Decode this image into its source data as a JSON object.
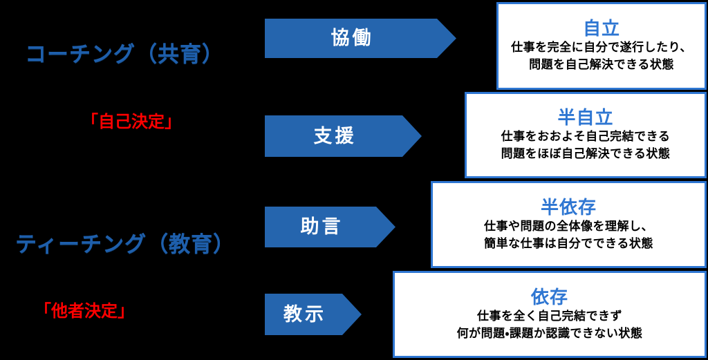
{
  "colors": {
    "background": "#000000",
    "arrow_blue": "#2565AE",
    "box_border_blue": "#2E76D2",
    "stage_title_blue": "#2E76D2",
    "side_title_blue": "#1E5FAC",
    "decision_red": "#FF0000",
    "arrow_text_white": "#FFFFFF",
    "description_black": "#000000"
  },
  "left_labels": {
    "coaching_title": "コーチング（共育）",
    "coaching_decision": "「自己決定」",
    "teaching_title": "ティーチング（教育）",
    "teaching_decision": "「他者決定」"
  },
  "arrows": [
    {
      "label": "協働"
    },
    {
      "label": "支援"
    },
    {
      "label": "助言"
    },
    {
      "label": "教示"
    }
  ],
  "stages": [
    {
      "title": "自立",
      "desc": [
        "仕事を完全に自分で遂行したり、",
        "問題を自己解決できる状態"
      ]
    },
    {
      "title": "半自立",
      "desc": [
        "仕事をおおよそ自己完結できる",
        "問題をほぼ自己解決できる状態"
      ]
    },
    {
      "title": "半依存",
      "desc": [
        "仕事や問題の全体像を理解し、",
        "簡単な仕事は自分でできる状態"
      ]
    },
    {
      "title": "依存",
      "desc": [
        "仕事を全く自己完結できず",
        "何が問題・課題か認識できない状態"
      ]
    }
  ]
}
